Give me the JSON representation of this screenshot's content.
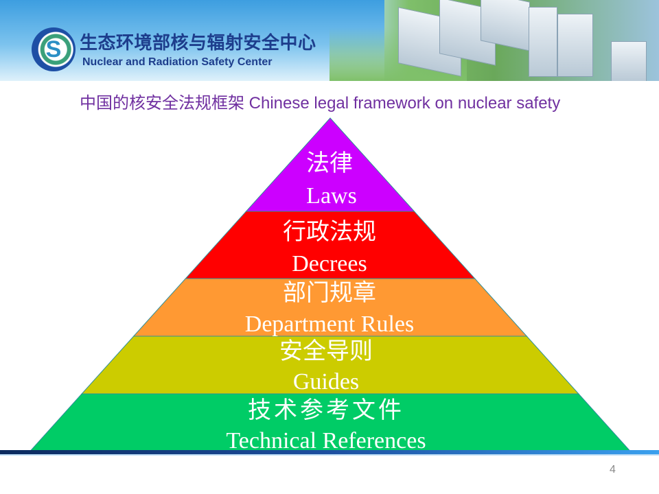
{
  "header": {
    "org_name_cn": "生态环境部核与辐射安全中心",
    "org_name_en": "Nuclear and Radiation Safety Center",
    "logo_letter": "S"
  },
  "slide_title": "中国的核安全法规框架 Chinese legal framework on nuclear safety",
  "pyramid": {
    "levels": [
      {
        "cn": "法律",
        "en": "Laws",
        "color": "#cc00ff"
      },
      {
        "cn": "行政法规",
        "en": "Decrees",
        "color": "#ff0000"
      },
      {
        "cn": "部门规章",
        "en": "Department Rules",
        "color": "#ff9933"
      },
      {
        "cn": "安全导则",
        "en": "Guides",
        "color": "#cccc00"
      },
      {
        "cn": "技术参考文件",
        "en": "Technical References",
        "color": "#00cc66"
      }
    ]
  },
  "page_number": "4"
}
